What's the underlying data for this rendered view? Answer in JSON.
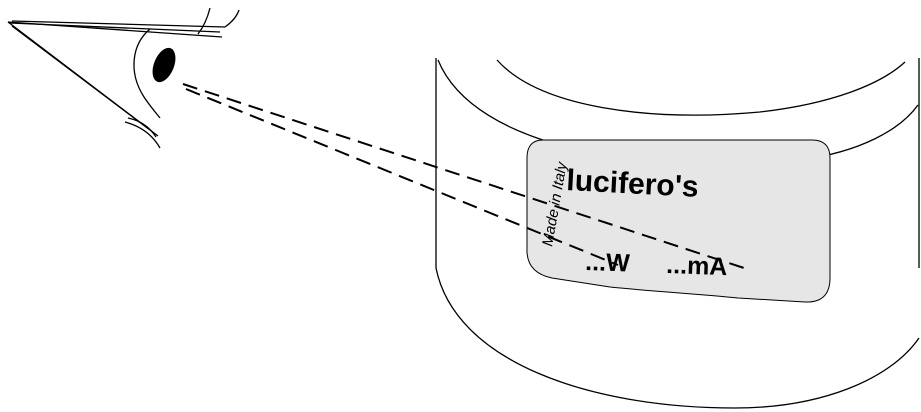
{
  "label": {
    "brand": "lucifero's",
    "origin": "Made in Italy",
    "power": "...W",
    "current": "...mA"
  },
  "colors": {
    "stroke": "#000000",
    "label_fill": "#e6e6e6",
    "background": "#ffffff"
  }
}
